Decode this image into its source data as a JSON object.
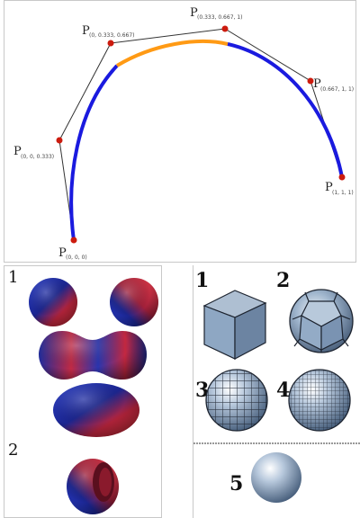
{
  "bezier": {
    "points": [
      {
        "label": "P",
        "sub": "(0, 0, 0)"
      },
      {
        "label": "P",
        "sub": "(0, 0, 0.333)"
      },
      {
        "label": "P",
        "sub": "(0, 0.333, 0.667)"
      },
      {
        "label": "P",
        "sub": "(0.333, 0.667, 1)"
      },
      {
        "label": "P",
        "sub": "(0.667, 1, 1)"
      },
      {
        "label": "P",
        "sub": "(1, 1, 1)"
      }
    ],
    "colors": {
      "curve": "#1a1adf",
      "segment": "#ff9a14",
      "point": "#cc1b0e",
      "polygon": "#333333"
    }
  },
  "metaballs": {
    "labels": [
      "1",
      "2"
    ],
    "colors": {
      "red": "#d82a3a",
      "blue": "#1c2a9c"
    }
  },
  "subdivision": {
    "labels": [
      "1",
      "2",
      "3",
      "4",
      "5"
    ],
    "colors": {
      "face": "#8ea7c3",
      "edge": "#1d2430"
    }
  }
}
